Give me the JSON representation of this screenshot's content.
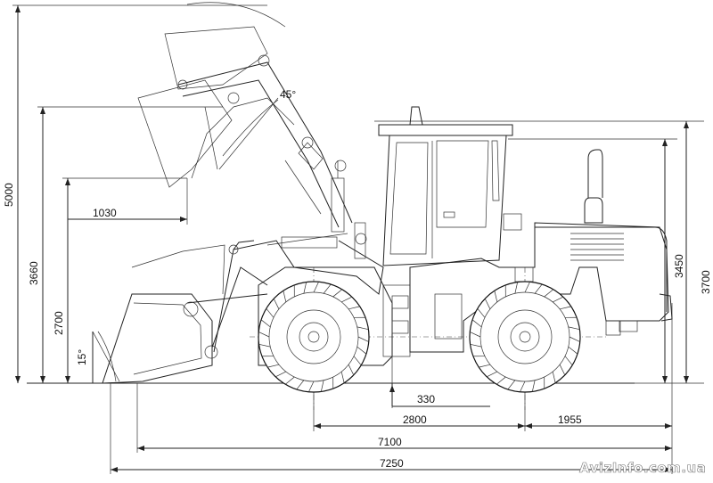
{
  "dimensions": {
    "horizontal": {
      "reach_high": "1030",
      "ground_clearance_offset": "330",
      "wheelbase": "2800",
      "rear_overhang": "1955",
      "length_bucket_down": "7100",
      "length_overall": "7250"
    },
    "vertical": {
      "max_height": "5000",
      "hinge_height": "3660",
      "dump_height": "2700",
      "cab_height": "3450",
      "exhaust_height": "3700"
    },
    "angles": {
      "dump_angle": "45°",
      "rollback_angle": "15°"
    }
  },
  "watermark": "AvizInfo.com.ua"
}
